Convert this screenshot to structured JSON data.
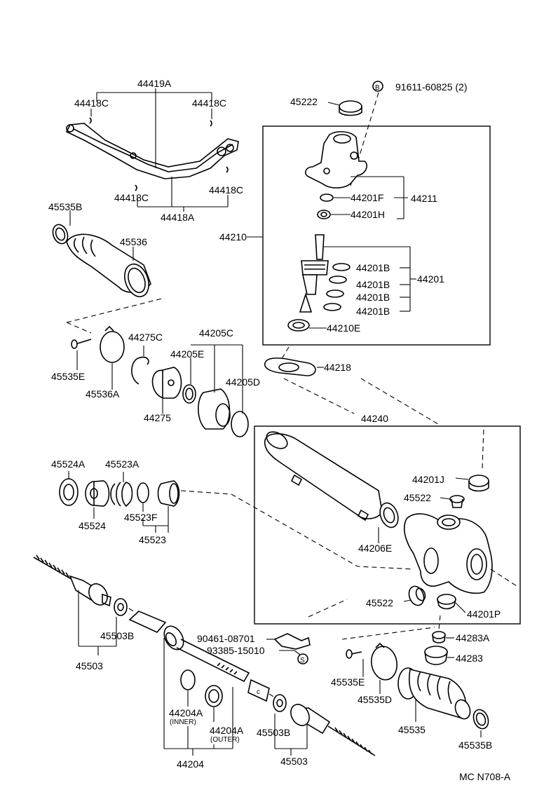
{
  "labels": {
    "l44419A": "44419A",
    "l44418C_a": "44418C",
    "l44418C_b": "44418C",
    "l44418C_c": "44418C",
    "l44418C_d": "44418C",
    "l44418A": "44418A",
    "l45535B_top": "45535B",
    "l45536": "45536",
    "l45535E_left": "45535E",
    "l45536A": "45536A",
    "l44275C": "44275C",
    "l44275": "44275",
    "l44205C": "44205C",
    "l44205E": "44205E",
    "l44205D": "44205D",
    "l91611": "91611-60825 (2)",
    "l45222": "45222",
    "l44201F": "44201F",
    "l44211": "44211",
    "l44201H": "44201H",
    "l44210": "44210",
    "l44201B_1": "44201B",
    "l44201B_2": "44201B",
    "l44201B_3": "44201B",
    "l44201B_4": "44201B",
    "l44201": "44201",
    "l44210E": "44210E",
    "l44218": "44218",
    "l44240": "44240",
    "l45524A": "45524A",
    "l45523A": "45523A",
    "l45524": "45524",
    "l45523F": "45523F",
    "l45523": "45523",
    "l44201J": "44201J",
    "l45522_top": "45522",
    "l44206E": "44206E",
    "l45522_bottom": "45522",
    "l44201P": "44201P",
    "l45503B_left": "45503B",
    "l45503_left": "45503",
    "l90461": "90461-08701",
    "l93385": "93385-15010",
    "l44283A": "44283A",
    "l44283": "44283",
    "l45535E_right": "45535E",
    "l45535D": "45535D",
    "l45535": "45535",
    "l45535B_bottom": "45535B",
    "l44204A_inner": "44204A",
    "l44204A_inner_note": "(INNER)",
    "l44204A_outer": "44204A",
    "l44204A_outer_note": "(OUTER)",
    "l45503B_right": "45503B",
    "l44204": "44204",
    "l45503_right": "45503",
    "ref_code": "MC N708-A",
    "mark_B": "B",
    "mark_S": "S"
  }
}
